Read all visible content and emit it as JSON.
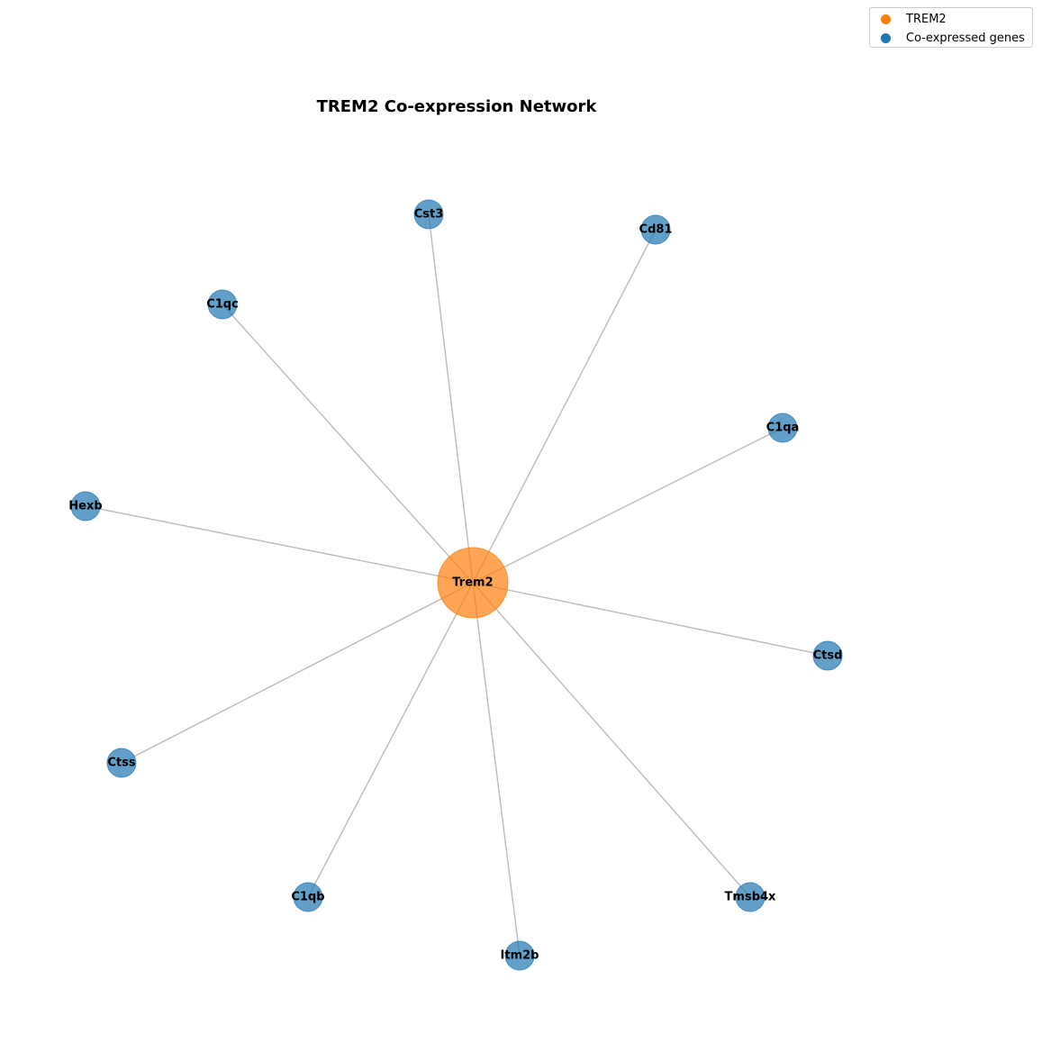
{
  "title": "TREM2 Co-expression Network",
  "legend": [
    {
      "label": "TREM2",
      "color": "#ff7f0e"
    },
    {
      "label": "Co-expressed genes",
      "color": "#1f77b4"
    }
  ],
  "hub": {
    "label": "Trem2",
    "color": "#ff7f0e"
  },
  "genes": [
    "Cst3",
    "Cd81",
    "C1qc",
    "C1qa",
    "Hexb",
    "Ctsd",
    "Ctss",
    "C1qb",
    "Tmsb4x",
    "Itm2b"
  ],
  "gene_color": "#1f77b4",
  "edge_color": "#bbbbbb"
}
